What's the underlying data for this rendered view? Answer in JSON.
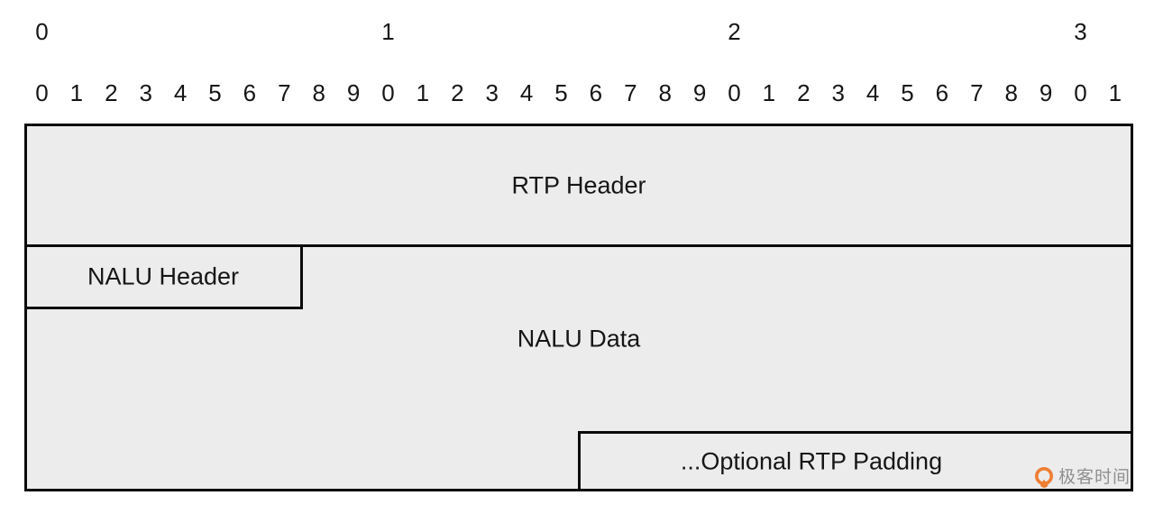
{
  "diagram": {
    "byte_ruler": [
      {
        "label": "0",
        "bit": 0
      },
      {
        "label": "1",
        "bit": 10
      },
      {
        "label": "2",
        "bit": 20
      },
      {
        "label": "3",
        "bit": 30
      }
    ],
    "bit_ruler": [
      "0",
      "1",
      "2",
      "3",
      "4",
      "5",
      "6",
      "7",
      "8",
      "9",
      "0",
      "1",
      "2",
      "3",
      "4",
      "5",
      "6",
      "7",
      "8",
      "9",
      "0",
      "1",
      "2",
      "3",
      "4",
      "5",
      "6",
      "7",
      "8",
      "9",
      "0",
      "1"
    ],
    "fields": {
      "rtp_header": "RTP Header",
      "nalu_header": "NALU Header",
      "nalu_data": "NALU Data",
      "rtp_padding": "...Optional RTP Padding"
    },
    "colors": {
      "field_fill": "#ececec",
      "line": "#0a0a0a",
      "text": "#161616"
    }
  },
  "watermark": {
    "brand": "极客时间",
    "logo_color": "#ee7e33",
    "text_color": "#8f8f8f"
  }
}
